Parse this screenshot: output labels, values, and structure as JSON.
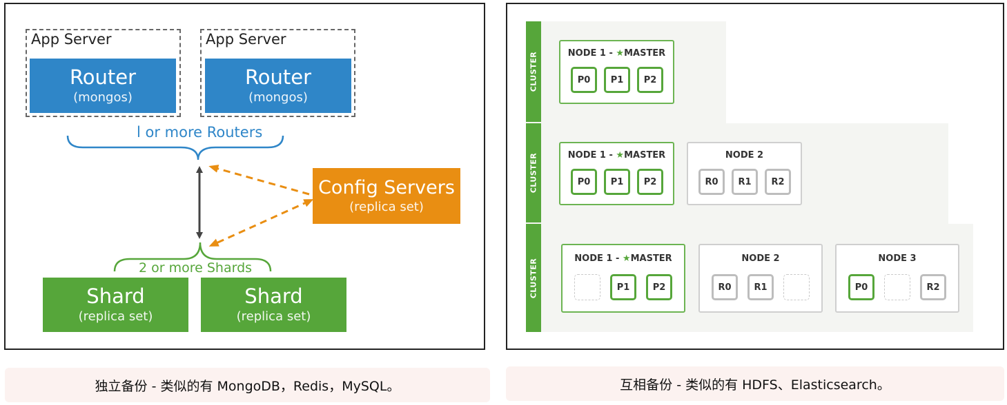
{
  "left": {
    "app_servers": [
      {
        "label": "App Server",
        "router_title": "Router",
        "router_sub": "(mongos)"
      },
      {
        "label": "App Server",
        "router_title": "Router",
        "router_sub": "(mongos)"
      }
    ],
    "routers_label": "l or more Routers",
    "config": {
      "title": "Config Servers",
      "sub": "(replica set)"
    },
    "shards_label": "2 or more Shards",
    "shards": [
      {
        "title": "Shard",
        "sub": "(replica set)"
      },
      {
        "title": "Shard",
        "sub": "(replica set)"
      }
    ],
    "caption": "独立备份 - 类似的有 MongoDB，Redis，MySQL。"
  },
  "right": {
    "cluster_label": "CLUSTER",
    "clusters": [
      {
        "nodes": [
          {
            "title": "NODE 1 - ",
            "master": "MASTER",
            "is_master": true,
            "shards": [
              {
                "label": "P0",
                "kind": "primary"
              },
              {
                "label": "P1",
                "kind": "primary"
              },
              {
                "label": "P2",
                "kind": "primary"
              }
            ]
          }
        ]
      },
      {
        "nodes": [
          {
            "title": "NODE 1 - ",
            "master": "MASTER",
            "is_master": true,
            "shards": [
              {
                "label": "P0",
                "kind": "primary"
              },
              {
                "label": "P1",
                "kind": "primary"
              },
              {
                "label": "P2",
                "kind": "primary"
              }
            ]
          },
          {
            "title": "NODE 2",
            "is_master": false,
            "shards": [
              {
                "label": "R0",
                "kind": "replica"
              },
              {
                "label": "R1",
                "kind": "replica"
              },
              {
                "label": "R2",
                "kind": "replica"
              }
            ]
          }
        ]
      },
      {
        "nodes": [
          {
            "title": "NODE 1 - ",
            "master": "MASTER",
            "is_master": true,
            "shards": [
              {
                "label": "",
                "kind": "empty"
              },
              {
                "label": "P1",
                "kind": "primary"
              },
              {
                "label": "P2",
                "kind": "primary"
              }
            ]
          },
          {
            "title": "NODE 2",
            "is_master": false,
            "shards": [
              {
                "label": "R0",
                "kind": "replica"
              },
              {
                "label": "R1",
                "kind": "replica"
              },
              {
                "label": "",
                "kind": "empty"
              }
            ]
          },
          {
            "title": "NODE 3",
            "is_master": false,
            "shards": [
              {
                "label": "P0",
                "kind": "primary"
              },
              {
                "label": "",
                "kind": "empty"
              },
              {
                "label": "R2",
                "kind": "replica"
              }
            ]
          }
        ]
      }
    ],
    "caption": "互相备份 - 类似的有 HDFS、Elasticsearch。"
  },
  "colors": {
    "router": "#2f86c8",
    "shard": "#56a63a",
    "config": "#e98e12",
    "arrow_orange": "#e98e12",
    "arrow_dark": "#444444"
  },
  "star_icon": "★"
}
